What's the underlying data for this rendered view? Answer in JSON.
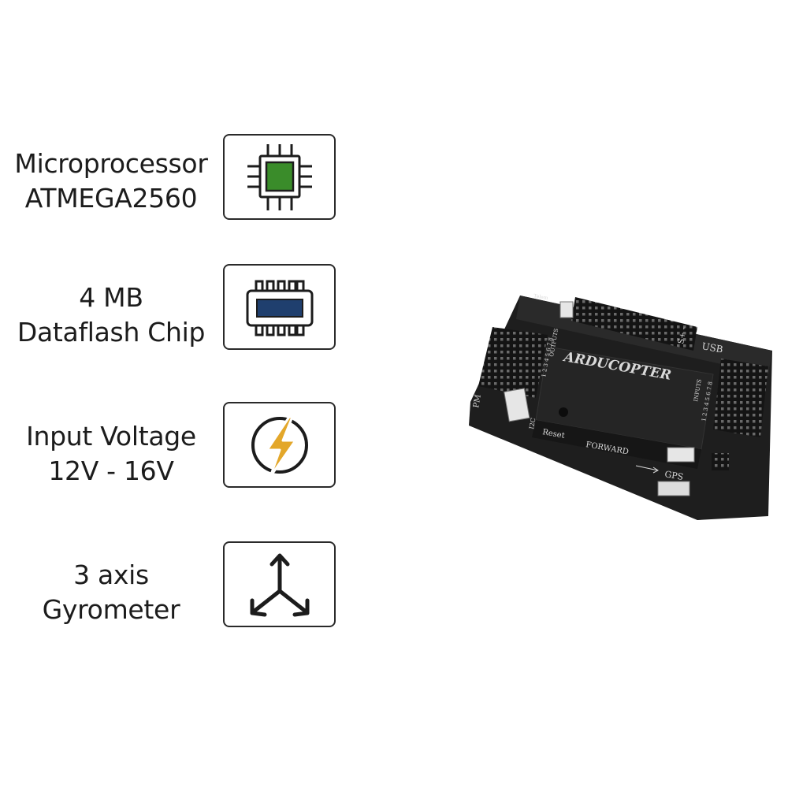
{
  "features": [
    {
      "line1": "Microprocessor",
      "line2": "ATMEGA2560",
      "icon": "chip-icon",
      "icon_color": "#3a8c2a"
    },
    {
      "line1": "4 MB",
      "line2": "Dataflash Chip",
      "icon": "memory-chip-icon",
      "icon_color": "#1f3f6e"
    },
    {
      "line1": "Input Voltage",
      "line2": "12V - 16V",
      "icon": "lightning-icon",
      "icon_color": "#e3a72a"
    },
    {
      "line1": "3 axis",
      "line2": "Gyrometer",
      "icon": "three-axis-arrows-icon",
      "icon_color": "#1c1c1c"
    }
  ],
  "product": {
    "brand": "ARDUCOPTER",
    "labels": {
      "usb": "USB",
      "s_plus_minus": "S+ -",
      "outputs": "OUTPUTS",
      "outputs_numbers": "1 2 3 4 5 6 7 8",
      "inputs": "INPUTS",
      "inputs_numbers": "1 2 3 4 5 6 7 8",
      "pm": "PM",
      "i2c": "I2C",
      "reset": "Reset",
      "forward": "FORWARD",
      "gps": "GPS",
      "telem": "Telem"
    }
  }
}
